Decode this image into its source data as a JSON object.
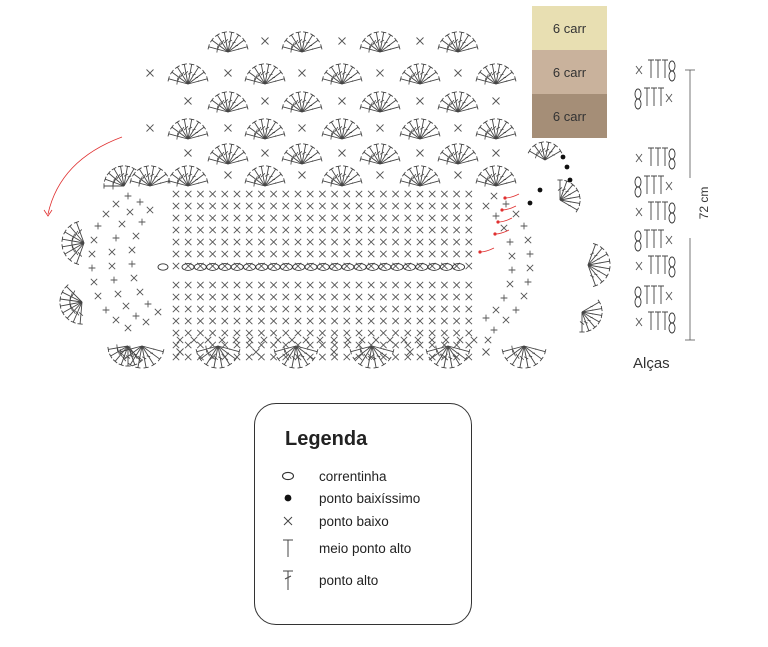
{
  "swatches": [
    {
      "label": "6 carr",
      "color": "#e8dfb2"
    },
    {
      "label": "6 carr",
      "color": "#c9b29c"
    },
    {
      "label": "6 carr",
      "color": "#a58e77"
    }
  ],
  "straps": {
    "label": "Alças",
    "dimension": "72 cm"
  },
  "legend": {
    "title": "Legenda",
    "items": [
      {
        "symbol": "chain-oval-icon",
        "label": "correntinha"
      },
      {
        "symbol": "filled-dot-icon",
        "label": "ponto baixíssimo"
      },
      {
        "symbol": "x-mark-icon",
        "label": "ponto baixo"
      },
      {
        "symbol": "t-mark-icon",
        "label": "meio ponto alto"
      },
      {
        "symbol": "t-crossed-icon",
        "label": "ponto alto"
      }
    ]
  },
  "colors": {
    "ink": "#333333",
    "accent": "#e03030"
  }
}
